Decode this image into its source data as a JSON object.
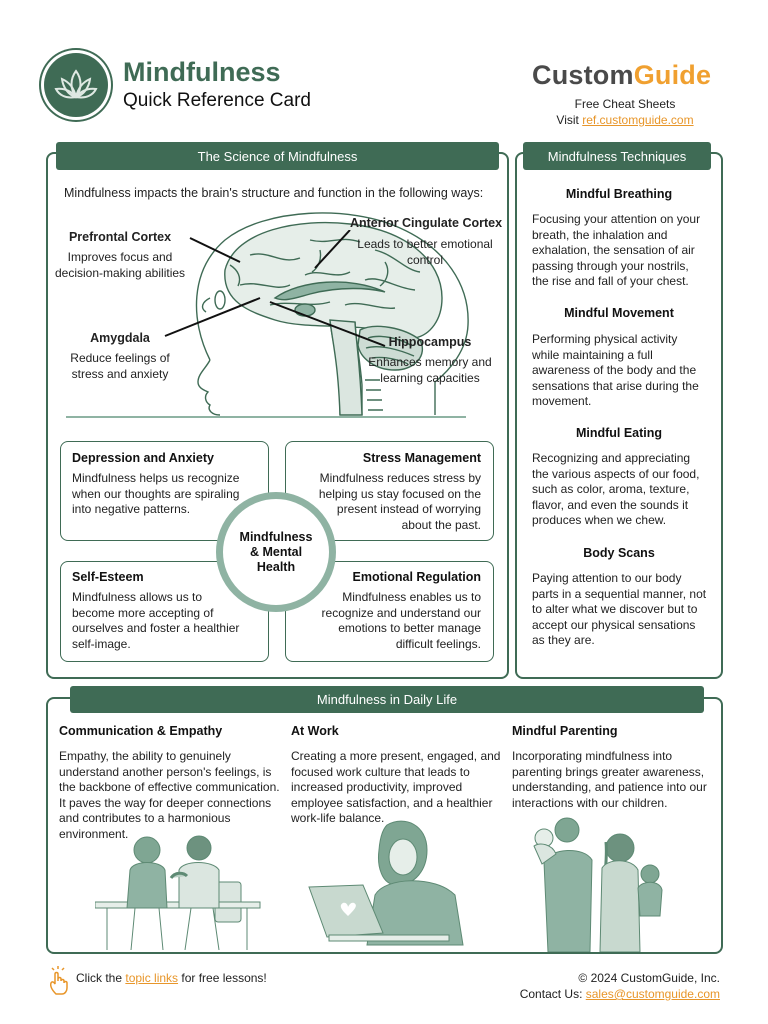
{
  "header": {
    "title": "Mindfulness",
    "subtitle": "Quick Reference Card",
    "brand_left": "Custom",
    "brand_right": "uide",
    "brand_g": "G",
    "free": "Free Cheat Sheets",
    "visit_prefix": "Visit ",
    "visit_link": "ref.customguide.com",
    "logo_icon": "lotus-icon"
  },
  "science": {
    "banner": "The Science of Mindfulness",
    "intro": "Mindfulness impacts the brain's structure and function in the following ways:",
    "prefrontal": {
      "title": "Prefrontal Cortex",
      "text": "Improves focus and decision-making abilities"
    },
    "acc": {
      "title": "Anterior Cingulate Cortex",
      "text": "Leads to better emotional control"
    },
    "amygdala": {
      "title": "Amygdala",
      "text": "Reduce feelings of stress and anxiety"
    },
    "hippocampus": {
      "title": "Hippocampus",
      "text": "Enhances memory and learning capacities"
    },
    "center": "Mindfulness & Mental Health",
    "boxes": {
      "depression": {
        "title": "Depression and Anxiety",
        "text": "Mindfulness helps us recognize when our thoughts are spiraling into negative patterns."
      },
      "stress": {
        "title": "Stress Management",
        "text": "Mindfulness reduces stress by helping us stay focused on the present instead of worrying about the past."
      },
      "esteem": {
        "title": "Self-Esteem",
        "text": "Mindfulness allows us to become more accepting of ourselves and foster a healthier self-image."
      },
      "emotional": {
        "title": "Emotional Regulation",
        "text": "Mindfulness enables us to recognize and understand our emotions to better manage difficult feelings."
      }
    }
  },
  "techniques": {
    "banner": "Mindfulness Techniques",
    "items": [
      {
        "title": "Mindful Breathing",
        "text": "Focusing your attention on your breath, the inhalation and exhalation, the sensation of air passing through your nostrils, the rise and fall of your chest."
      },
      {
        "title": "Mindful Movement",
        "text": "Performing physical activity while maintaining a full awareness of the body and the sensations that arise during the movement."
      },
      {
        "title": "Mindful Eating",
        "text": "Recognizing and appreciating the various aspects of our food, such as color, aroma, texture, flavor, and even the sounds it produces when we chew."
      },
      {
        "title": "Body Scans",
        "text": "Paying attention to our body parts in a sequential manner, not to alter what we discover but to accept our physical sensations as they are."
      }
    ]
  },
  "daily": {
    "banner": "Mindfulness in Daily Life",
    "cols": [
      {
        "title": "Communication & Empathy",
        "text": "Empathy, the ability to genuinely understand another person's feelings, is the backbone of effective communication. It paves the way for deeper connections and contributes to a harmonious environment."
      },
      {
        "title": "At Work",
        "text": "Creating a more present, engaged, and focused work culture that leads to increased productivity, improved employee satisfaction, and a healthier work-life balance."
      },
      {
        "title": "Mindful Parenting",
        "text": "Incorporating mindfulness into parenting brings greater awareness, understanding, and patience into our interactions with our children."
      }
    ]
  },
  "footer": {
    "click_prefix": "Click the ",
    "click_link": "topic links",
    "click_suffix": " for free lessons!",
    "copyright": "© 2024 CustomGuide, Inc.",
    "contact_prefix": "Contact Us: ",
    "contact_link": "sales@customguide.com",
    "pointer_icon": "pointer-hand-icon"
  },
  "colors": {
    "accent": "#3f6b55",
    "light_accent": "#8fb3a3",
    "brand_orange": "#f0a030"
  }
}
